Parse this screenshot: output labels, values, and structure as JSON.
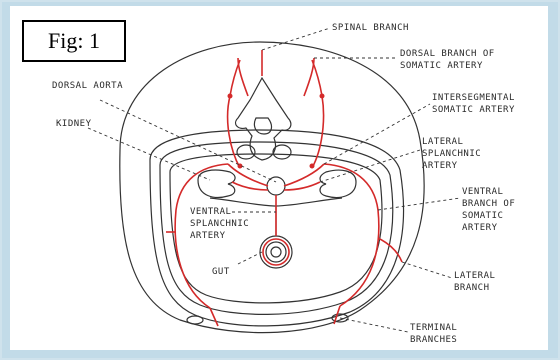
{
  "figure": {
    "label": "Fig: 1"
  },
  "labels": {
    "spinal_branch": "SPINAL BRANCH",
    "dorsal_branch": "DORSAL BRANCH OF\nSOMATIC ARTERY",
    "dorsal_aorta": "DORSAL AORTA",
    "intersegmental": "INTERSEGMENTAL\nSOMATIC ARTERY",
    "kidney": "KIDNEY",
    "lateral_splanchnic": "LATERAL\nSPLANCHNIC\nARTERY",
    "ventral_branch": "VENTRAL\nBRANCH OF\nSOMATIC\nARTERY",
    "ventral_splanchnic": "VENTRAL\nSPLANCHNIC\nARTERY",
    "gut": "GUT",
    "lateral_branch": "LATERAL\nBRANCH",
    "terminal_branches": "TERMINAL\nBRANCHES"
  },
  "colors": {
    "artery": "#d42a2a",
    "ink": "#333333",
    "background": "#c2dbe8"
  }
}
